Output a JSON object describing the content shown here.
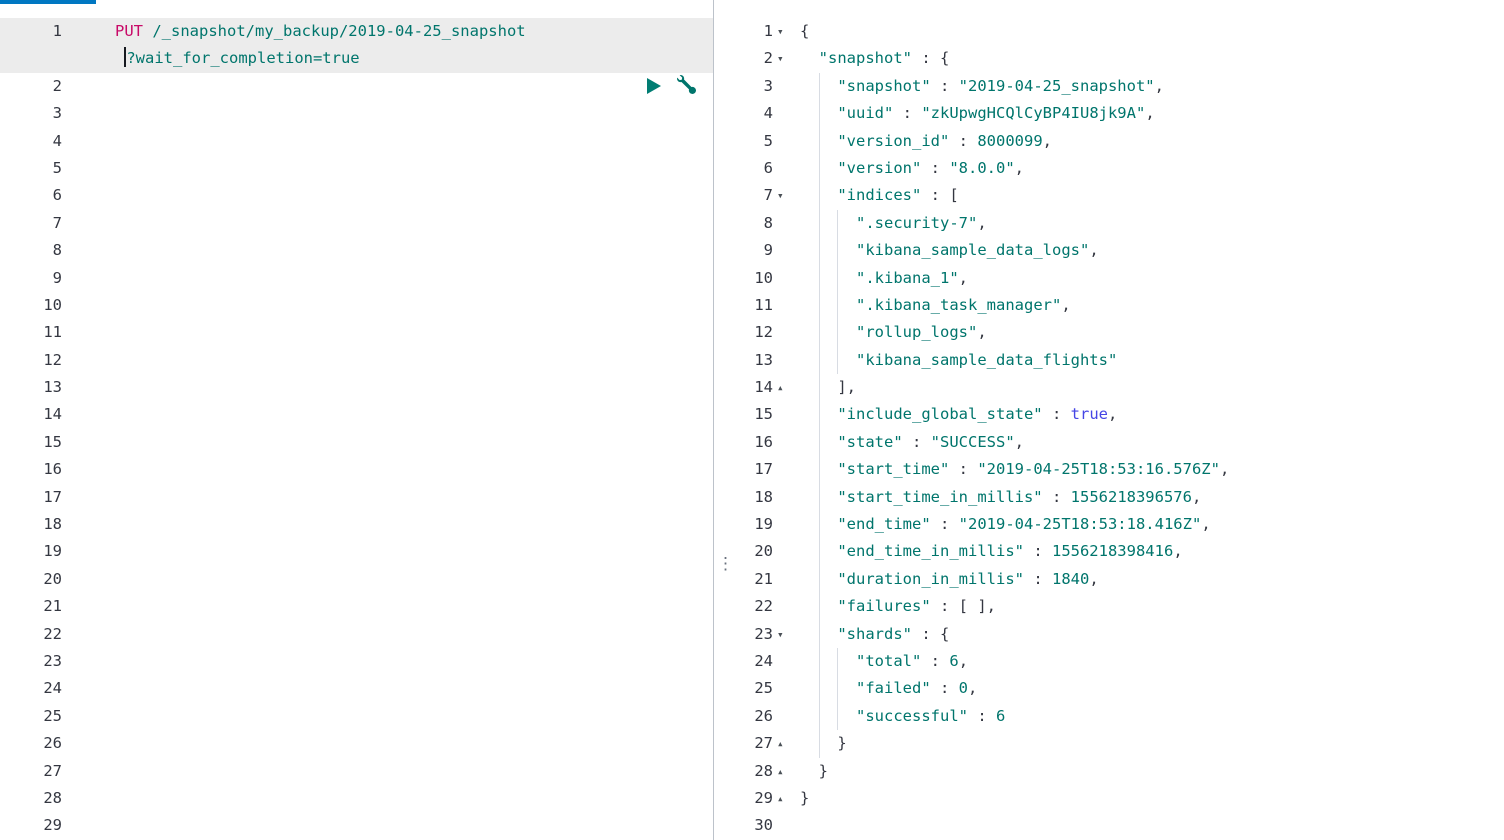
{
  "colors": {
    "background": "#ffffff",
    "method": "#c80a68",
    "url": "#00756c",
    "key": "#00756c",
    "string": "#00756c",
    "number": "#00756c",
    "boolean": "#4545e5",
    "punct": "#343741",
    "gutter_text": "#343741",
    "request_highlight": "#ececec",
    "indent_guide": "#d8dce3",
    "divider_line": "#bcc2ca",
    "resizer_dots": "#69707d",
    "accent_bar": "#0077c2",
    "play_icon": "#017d73",
    "wrench_icon": "#00756c",
    "cursor": "#16191f"
  },
  "icons": {
    "resizer_handle": "⋮",
    "fold_open": "▾",
    "fold_end": "▴"
  },
  "left_editor": {
    "gutter": [
      "1",
      "",
      "2",
      "3",
      "4",
      "5",
      "6",
      "7",
      "8",
      "9",
      "10",
      "11",
      "12",
      "13",
      "14",
      "15",
      "16",
      "17",
      "18",
      "19",
      "20",
      "21",
      "22",
      "23",
      "24",
      "25",
      "26",
      "27",
      "28",
      "29"
    ],
    "lines": [
      {
        "highlight": true,
        "tokens": [
          [
            "method",
            "PUT"
          ],
          [
            "ws",
            " "
          ],
          [
            "url",
            "/_snapshot/my_backup/2019-04-25_snapshot"
          ]
        ]
      },
      {
        "highlight": true,
        "tokens": [
          [
            "ws",
            " "
          ],
          [
            "cursor",
            ""
          ],
          [
            "url",
            "?wait_for_completion=true"
          ]
        ]
      }
    ]
  },
  "right_editor": {
    "lines": [
      {
        "num": "1",
        "fold": "open",
        "tokens": [
          [
            "punct",
            "{"
          ]
        ]
      },
      {
        "num": "2",
        "fold": "open",
        "tokens": [
          [
            "ws",
            "  "
          ],
          [
            "key",
            "\"snapshot\""
          ],
          [
            "punct",
            " : {"
          ]
        ]
      },
      {
        "num": "3",
        "fold": "",
        "tokens": [
          [
            "ws",
            "  "
          ],
          [
            "guide",
            "  "
          ],
          [
            "key",
            "\"snapshot\""
          ],
          [
            "punct",
            " : "
          ],
          [
            "string",
            "\"2019-04-25_snapshot\""
          ],
          [
            "punct",
            ","
          ]
        ]
      },
      {
        "num": "4",
        "fold": "",
        "tokens": [
          [
            "ws",
            "  "
          ],
          [
            "guide",
            "  "
          ],
          [
            "key",
            "\"uuid\""
          ],
          [
            "punct",
            " : "
          ],
          [
            "string",
            "\"zkUpwgHCQlCyBP4IU8jk9A\""
          ],
          [
            "punct",
            ","
          ]
        ]
      },
      {
        "num": "5",
        "fold": "",
        "tokens": [
          [
            "ws",
            "  "
          ],
          [
            "guide",
            "  "
          ],
          [
            "key",
            "\"version_id\""
          ],
          [
            "punct",
            " : "
          ],
          [
            "number",
            "8000099"
          ],
          [
            "punct",
            ","
          ]
        ]
      },
      {
        "num": "6",
        "fold": "",
        "tokens": [
          [
            "ws",
            "  "
          ],
          [
            "guide",
            "  "
          ],
          [
            "key",
            "\"version\""
          ],
          [
            "punct",
            " : "
          ],
          [
            "string",
            "\"8.0.0\""
          ],
          [
            "punct",
            ","
          ]
        ]
      },
      {
        "num": "7",
        "fold": "open",
        "tokens": [
          [
            "ws",
            "  "
          ],
          [
            "guide",
            "  "
          ],
          [
            "key",
            "\"indices\""
          ],
          [
            "punct",
            " : ["
          ]
        ]
      },
      {
        "num": "8",
        "fold": "",
        "tokens": [
          [
            "ws",
            "  "
          ],
          [
            "guide",
            "  "
          ],
          [
            "guide",
            "  "
          ],
          [
            "string",
            "\".security-7\""
          ],
          [
            "punct",
            ","
          ]
        ]
      },
      {
        "num": "9",
        "fold": "",
        "tokens": [
          [
            "ws",
            "  "
          ],
          [
            "guide",
            "  "
          ],
          [
            "guide",
            "  "
          ],
          [
            "string",
            "\"kibana_sample_data_logs\""
          ],
          [
            "punct",
            ","
          ]
        ]
      },
      {
        "num": "10",
        "fold": "",
        "tokens": [
          [
            "ws",
            "  "
          ],
          [
            "guide",
            "  "
          ],
          [
            "guide",
            "  "
          ],
          [
            "string",
            "\".kibana_1\""
          ],
          [
            "punct",
            ","
          ]
        ]
      },
      {
        "num": "11",
        "fold": "",
        "tokens": [
          [
            "ws",
            "  "
          ],
          [
            "guide",
            "  "
          ],
          [
            "guide",
            "  "
          ],
          [
            "string",
            "\".kibana_task_manager\""
          ],
          [
            "punct",
            ","
          ]
        ]
      },
      {
        "num": "12",
        "fold": "",
        "tokens": [
          [
            "ws",
            "  "
          ],
          [
            "guide",
            "  "
          ],
          [
            "guide",
            "  "
          ],
          [
            "string",
            "\"rollup_logs\""
          ],
          [
            "punct",
            ","
          ]
        ]
      },
      {
        "num": "13",
        "fold": "",
        "tokens": [
          [
            "ws",
            "  "
          ],
          [
            "guide",
            "  "
          ],
          [
            "guide",
            "  "
          ],
          [
            "string",
            "\"kibana_sample_data_flights\""
          ]
        ]
      },
      {
        "num": "14",
        "fold": "end",
        "tokens": [
          [
            "ws",
            "  "
          ],
          [
            "guide",
            "  "
          ],
          [
            "punct",
            "],"
          ]
        ]
      },
      {
        "num": "15",
        "fold": "",
        "tokens": [
          [
            "ws",
            "  "
          ],
          [
            "guide",
            "  "
          ],
          [
            "key",
            "\"include_global_state\""
          ],
          [
            "punct",
            " : "
          ],
          [
            "boolean",
            "true"
          ],
          [
            "punct",
            ","
          ]
        ]
      },
      {
        "num": "16",
        "fold": "",
        "tokens": [
          [
            "ws",
            "  "
          ],
          [
            "guide",
            "  "
          ],
          [
            "key",
            "\"state\""
          ],
          [
            "punct",
            " : "
          ],
          [
            "string",
            "\"SUCCESS\""
          ],
          [
            "punct",
            ","
          ]
        ]
      },
      {
        "num": "17",
        "fold": "",
        "tokens": [
          [
            "ws",
            "  "
          ],
          [
            "guide",
            "  "
          ],
          [
            "key",
            "\"start_time\""
          ],
          [
            "punct",
            " : "
          ],
          [
            "string",
            "\"2019-04-25T18:53:16.576Z\""
          ],
          [
            "punct",
            ","
          ]
        ]
      },
      {
        "num": "18",
        "fold": "",
        "tokens": [
          [
            "ws",
            "  "
          ],
          [
            "guide",
            "  "
          ],
          [
            "key",
            "\"start_time_in_millis\""
          ],
          [
            "punct",
            " : "
          ],
          [
            "number",
            "1556218396576"
          ],
          [
            "punct",
            ","
          ]
        ]
      },
      {
        "num": "19",
        "fold": "",
        "tokens": [
          [
            "ws",
            "  "
          ],
          [
            "guide",
            "  "
          ],
          [
            "key",
            "\"end_time\""
          ],
          [
            "punct",
            " : "
          ],
          [
            "string",
            "\"2019-04-25T18:53:18.416Z\""
          ],
          [
            "punct",
            ","
          ]
        ]
      },
      {
        "num": "20",
        "fold": "",
        "tokens": [
          [
            "ws",
            "  "
          ],
          [
            "guide",
            "  "
          ],
          [
            "key",
            "\"end_time_in_millis\""
          ],
          [
            "punct",
            " : "
          ],
          [
            "number",
            "1556218398416"
          ],
          [
            "punct",
            ","
          ]
        ]
      },
      {
        "num": "21",
        "fold": "",
        "tokens": [
          [
            "ws",
            "  "
          ],
          [
            "guide",
            "  "
          ],
          [
            "key",
            "\"duration_in_millis\""
          ],
          [
            "punct",
            " : "
          ],
          [
            "number",
            "1840"
          ],
          [
            "punct",
            ","
          ]
        ]
      },
      {
        "num": "22",
        "fold": "",
        "tokens": [
          [
            "ws",
            "  "
          ],
          [
            "guide",
            "  "
          ],
          [
            "key",
            "\"failures\""
          ],
          [
            "punct",
            " : [ ],"
          ]
        ]
      },
      {
        "num": "23",
        "fold": "open",
        "tokens": [
          [
            "ws",
            "  "
          ],
          [
            "guide",
            "  "
          ],
          [
            "key",
            "\"shards\""
          ],
          [
            "punct",
            " : {"
          ]
        ]
      },
      {
        "num": "24",
        "fold": "",
        "tokens": [
          [
            "ws",
            "  "
          ],
          [
            "guide",
            "  "
          ],
          [
            "guide",
            "  "
          ],
          [
            "key",
            "\"total\""
          ],
          [
            "punct",
            " : "
          ],
          [
            "number",
            "6"
          ],
          [
            "punct",
            ","
          ]
        ]
      },
      {
        "num": "25",
        "fold": "",
        "tokens": [
          [
            "ws",
            "  "
          ],
          [
            "guide",
            "  "
          ],
          [
            "guide",
            "  "
          ],
          [
            "key",
            "\"failed\""
          ],
          [
            "punct",
            " : "
          ],
          [
            "number",
            "0"
          ],
          [
            "punct",
            ","
          ]
        ]
      },
      {
        "num": "26",
        "fold": "",
        "tokens": [
          [
            "ws",
            "  "
          ],
          [
            "guide",
            "  "
          ],
          [
            "guide",
            "  "
          ],
          [
            "key",
            "\"successful\""
          ],
          [
            "punct",
            " : "
          ],
          [
            "number",
            "6"
          ]
        ]
      },
      {
        "num": "27",
        "fold": "end",
        "tokens": [
          [
            "ws",
            "  "
          ],
          [
            "guide",
            "  "
          ],
          [
            "punct",
            "}"
          ]
        ]
      },
      {
        "num": "28",
        "fold": "end",
        "tokens": [
          [
            "ws",
            "  "
          ],
          [
            "punct",
            "}"
          ]
        ]
      },
      {
        "num": "29",
        "fold": "end",
        "tokens": [
          [
            "punct",
            "}"
          ]
        ]
      },
      {
        "num": "30",
        "fold": "",
        "tokens": []
      }
    ]
  }
}
